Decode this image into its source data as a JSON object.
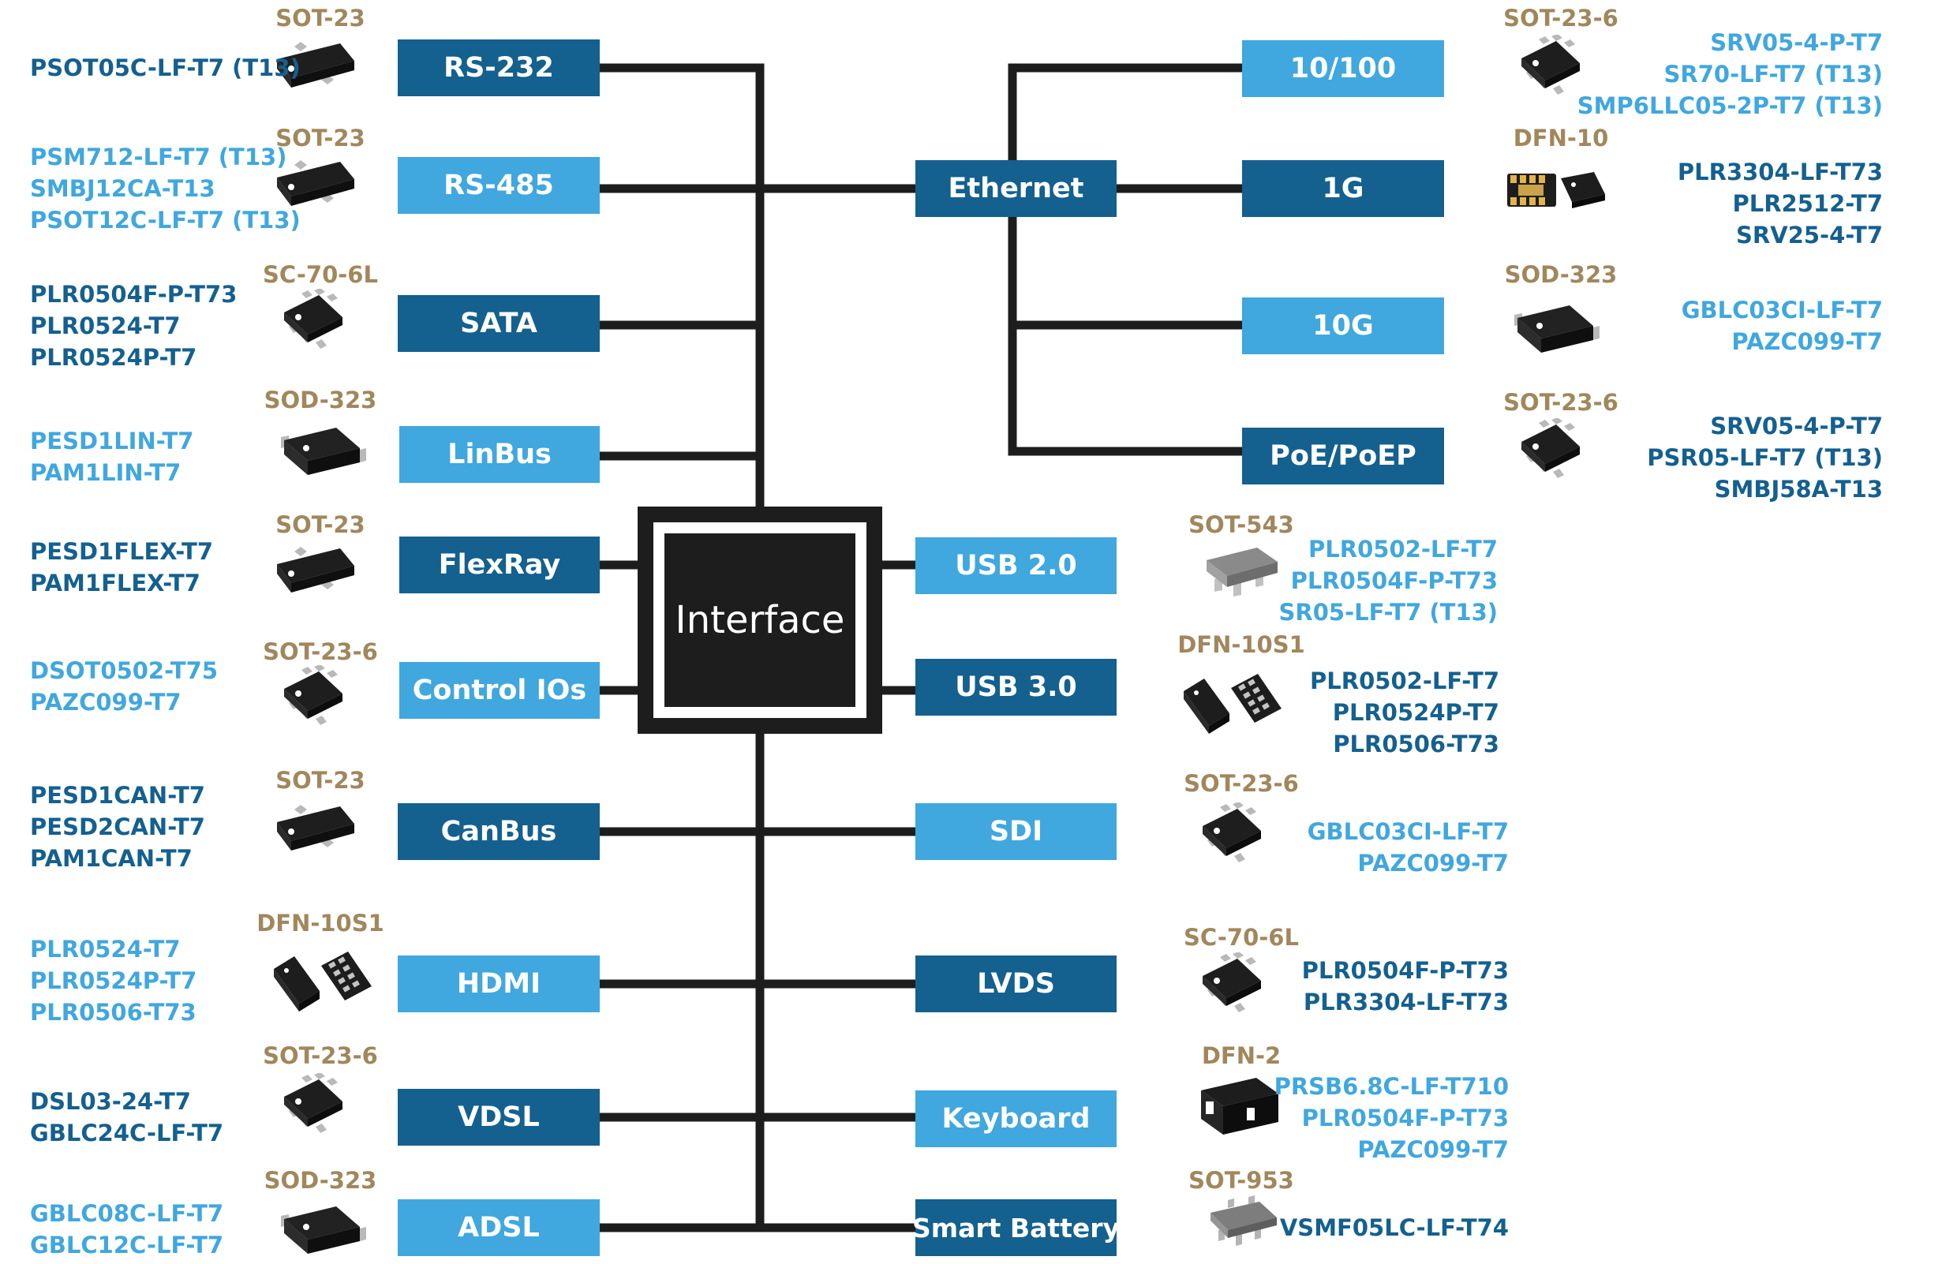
{
  "center": {
    "label": "Interface"
  },
  "colors": {
    "dark_box": "#14608f",
    "light_box": "#40a7df",
    "package_label": "#a1875c",
    "wire": "#1d1d1d"
  },
  "left": [
    {
      "interface": "RS-232",
      "style": "dark",
      "package": "SOT-23",
      "chip": "sot23",
      "parts_style": "dark",
      "parts": [
        "PSOT05C-LF-T7 (T13)"
      ]
    },
    {
      "interface": "RS-485",
      "style": "light",
      "package": "SOT-23",
      "chip": "sot23",
      "parts_style": "light",
      "parts": [
        "PSM712-LF-T7 (T13)",
        "SMBJ12CA-T13",
        "PSOT12C-LF-T7 (T13)"
      ]
    },
    {
      "interface": "SATA",
      "style": "dark",
      "package": "SC-70-6L",
      "chip": "sot6",
      "parts_style": "dark",
      "parts": [
        "PLR0504F-P-T73",
        "PLR0524-T7",
        "PLR0524P-T7"
      ]
    },
    {
      "interface": "LinBus",
      "style": "light",
      "package": "SOD-323",
      "chip": "sod323",
      "parts_style": "light",
      "parts": [
        "PESD1LIN-T7",
        "PAM1LIN-T7"
      ]
    },
    {
      "interface": "FlexRay",
      "style": "dark",
      "package": "SOT-23",
      "chip": "sot23",
      "parts_style": "dark",
      "parts": [
        "PESD1FLEX-T7",
        "PAM1FLEX-T7"
      ]
    },
    {
      "interface": "Control IOs",
      "style": "light",
      "package": "SOT-23-6",
      "chip": "sot6",
      "parts_style": "light",
      "parts": [
        "DSOT0502-T75",
        "PAZC099-T7"
      ]
    },
    {
      "interface": "CanBus",
      "style": "dark",
      "package": "SOT-23",
      "chip": "sot23",
      "parts_style": "dark",
      "parts": [
        "PESD1CAN-T7",
        "PESD2CAN-T7",
        "PAM1CAN-T7"
      ]
    },
    {
      "interface": "HDMI",
      "style": "light",
      "package": "DFN-10S1",
      "chip": "dfn10s1",
      "parts_style": "light",
      "parts": [
        "PLR0524-T7",
        "PLR0524P-T7",
        "PLR0506-T73"
      ]
    },
    {
      "interface": "VDSL",
      "style": "dark",
      "package": "SOT-23-6",
      "chip": "sot6",
      "parts_style": "dark",
      "parts": [
        "DSL03-24-T7",
        "GBLC24C-LF-T7"
      ]
    },
    {
      "interface": "ADSL",
      "style": "light",
      "package": "SOD-323",
      "chip": "sod323",
      "parts_style": "light",
      "parts": [
        "GBLC08C-LF-T7",
        "GBLC12C-LF-T7"
      ]
    }
  ],
  "ethernet": {
    "label": "Ethernet",
    "style": "dark",
    "branches": [
      {
        "interface": "10/100",
        "style": "light",
        "package": "SOT-23-6",
        "chip": "sot6",
        "parts_style": "light",
        "parts": [
          "SRV05-4-P-T7",
          "SR70-LF-T7 (T13)",
          "SMP6LLC05-2P-T7 (T13)"
        ]
      },
      {
        "interface": "1G",
        "style": "dark",
        "package": "DFN-10",
        "chip": "dfn10",
        "parts_style": "dark",
        "parts": [
          "PLR3304-LF-T73",
          "PLR2512-T7",
          "SRV25-4-T7"
        ]
      },
      {
        "interface": "10G",
        "style": "light",
        "package": "SOD-323",
        "chip": "sod323",
        "parts_style": "light",
        "parts": [
          "GBLC03CI-LF-T7",
          "PAZC099-T7"
        ]
      },
      {
        "interface": "PoE/PoEP",
        "style": "dark",
        "package": "SOT-23-6",
        "chip": "sot6",
        "parts_style": "dark",
        "parts": [
          "SRV05-4-P-T7",
          "PSR05-LF-T7 (T13)",
          "SMBJ58A-T13"
        ]
      }
    ]
  },
  "right": [
    {
      "interface": "USB 2.0",
      "style": "light",
      "package": "SOT-543",
      "chip": "sot543",
      "parts_style": "light",
      "parts": [
        "PLR0502-LF-T7",
        "PLR0504F-P-T73",
        "SR05-LF-T7 (T13)"
      ]
    },
    {
      "interface": "USB 3.0",
      "style": "dark",
      "package": "DFN-10S1",
      "chip": "dfn10s1",
      "parts_style": "dark",
      "parts": [
        "PLR0502-LF-T7",
        "PLR0524P-T7",
        "PLR0506-T73"
      ]
    },
    {
      "interface": "SDI",
      "style": "light",
      "package": "SOT-23-6",
      "chip": "sot6",
      "parts_style": "light",
      "parts": [
        "GBLC03CI-LF-T7",
        "PAZC099-T7"
      ]
    },
    {
      "interface": "LVDS",
      "style": "dark",
      "package": "SC-70-6L",
      "chip": "sot6",
      "parts_style": "dark",
      "parts": [
        "PLR0504F-P-T73",
        "PLR3304-LF-T73"
      ]
    },
    {
      "interface": "Keyboard",
      "style": "light",
      "package": "DFN-2",
      "chip": "dfn2",
      "parts_style": "light",
      "parts": [
        "PRSB6.8C-LF-T710",
        "PLR0504F-P-T73",
        "PAZC099-T7"
      ]
    },
    {
      "interface": "Smart Battery",
      "style": "dark",
      "package": "SOT-953",
      "chip": "sot953",
      "parts_style": "dark",
      "parts": [
        "VSMF05LC-LF-T74"
      ]
    }
  ]
}
